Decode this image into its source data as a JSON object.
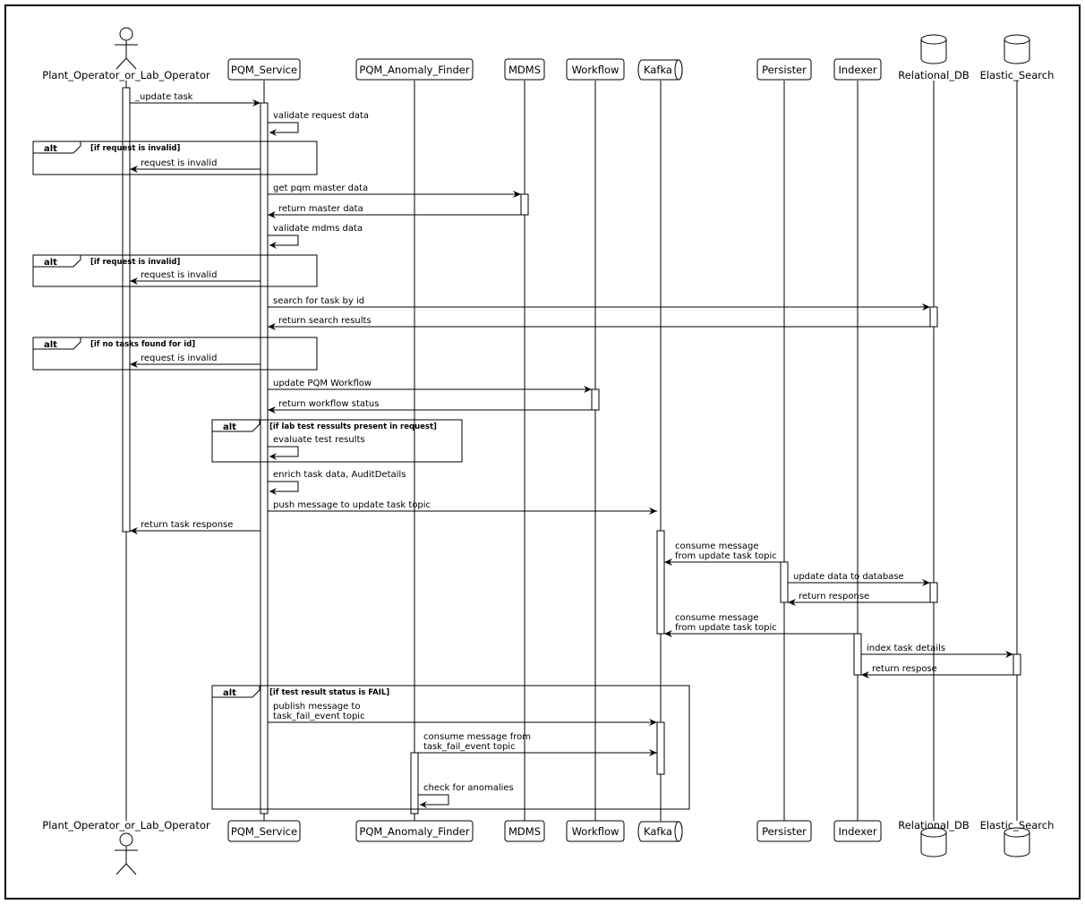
{
  "participants": [
    {
      "id": "op",
      "name": "Plant_Operator_or_Lab_Operator",
      "kind": "actor"
    },
    {
      "id": "svc",
      "name": "PQM_Service",
      "kind": "box"
    },
    {
      "id": "anom",
      "name": "PQM_Anomaly_Finder",
      "kind": "box"
    },
    {
      "id": "mdms",
      "name": "MDMS",
      "kind": "box"
    },
    {
      "id": "wf",
      "name": "Workflow",
      "kind": "box"
    },
    {
      "id": "kafka",
      "name": "Kafka",
      "kind": "queue"
    },
    {
      "id": "pers",
      "name": "Persister",
      "kind": "box"
    },
    {
      "id": "idx",
      "name": "Indexer",
      "kind": "box"
    },
    {
      "id": "rdb",
      "name": "Relational_DB",
      "kind": "database"
    },
    {
      "id": "es",
      "name": "Elastic_Search",
      "kind": "database"
    }
  ],
  "messages": [
    {
      "from": "op",
      "to": "svc",
      "label": "_update task"
    },
    {
      "from": "svc",
      "to": "svc",
      "label": "validate request data"
    },
    {
      "from": "svc",
      "to": "op",
      "label": "request is invalid"
    },
    {
      "from": "svc",
      "to": "mdms",
      "label": "get pqm master data"
    },
    {
      "from": "mdms",
      "to": "svc",
      "label": "return master data"
    },
    {
      "from": "svc",
      "to": "svc",
      "label": "validate mdms data"
    },
    {
      "from": "svc",
      "to": "op",
      "label": "request is invalid"
    },
    {
      "from": "svc",
      "to": "rdb",
      "label": "search for task by id"
    },
    {
      "from": "rdb",
      "to": "svc",
      "label": "return search results"
    },
    {
      "from": "svc",
      "to": "op",
      "label": "request is invalid"
    },
    {
      "from": "svc",
      "to": "wf",
      "label": "update PQM Workflow"
    },
    {
      "from": "wf",
      "to": "svc",
      "label": "return workflow status"
    },
    {
      "from": "svc",
      "to": "svc",
      "label": "evaluate test results"
    },
    {
      "from": "svc",
      "to": "svc",
      "label": "enrich task data, AuditDetails"
    },
    {
      "from": "svc",
      "to": "kafka",
      "label": "push message to update task topic"
    },
    {
      "from": "svc",
      "to": "op",
      "label": "return task response"
    },
    {
      "from": "pers",
      "to": "kafka",
      "label": "consume message\nfrom update task topic"
    },
    {
      "from": "pers",
      "to": "rdb",
      "label": "update data to database"
    },
    {
      "from": "rdb",
      "to": "pers",
      "label": "return response"
    },
    {
      "from": "idx",
      "to": "kafka",
      "label": "consume message\nfrom update task topic"
    },
    {
      "from": "idx",
      "to": "es",
      "label": "index task details"
    },
    {
      "from": "es",
      "to": "idx",
      "label": "return respose"
    },
    {
      "from": "svc",
      "to": "kafka",
      "label": "publish message to\ntask_fail_event topic"
    },
    {
      "from": "anom",
      "to": "kafka",
      "label": "consume message from\ntask_fail_event topic"
    },
    {
      "from": "anom",
      "to": "anom",
      "label": "check for anomalies"
    }
  ],
  "fragments": [
    {
      "keyword": "alt",
      "guard": "[if request is invalid]"
    },
    {
      "keyword": "alt",
      "guard": "[if request is invalid]"
    },
    {
      "keyword": "alt",
      "guard": "[if no tasks found for id]"
    },
    {
      "keyword": "alt",
      "guard": "[if lab test ressults present in request]"
    },
    {
      "keyword": "alt",
      "guard": "[if test result status is FAIL]"
    }
  ]
}
